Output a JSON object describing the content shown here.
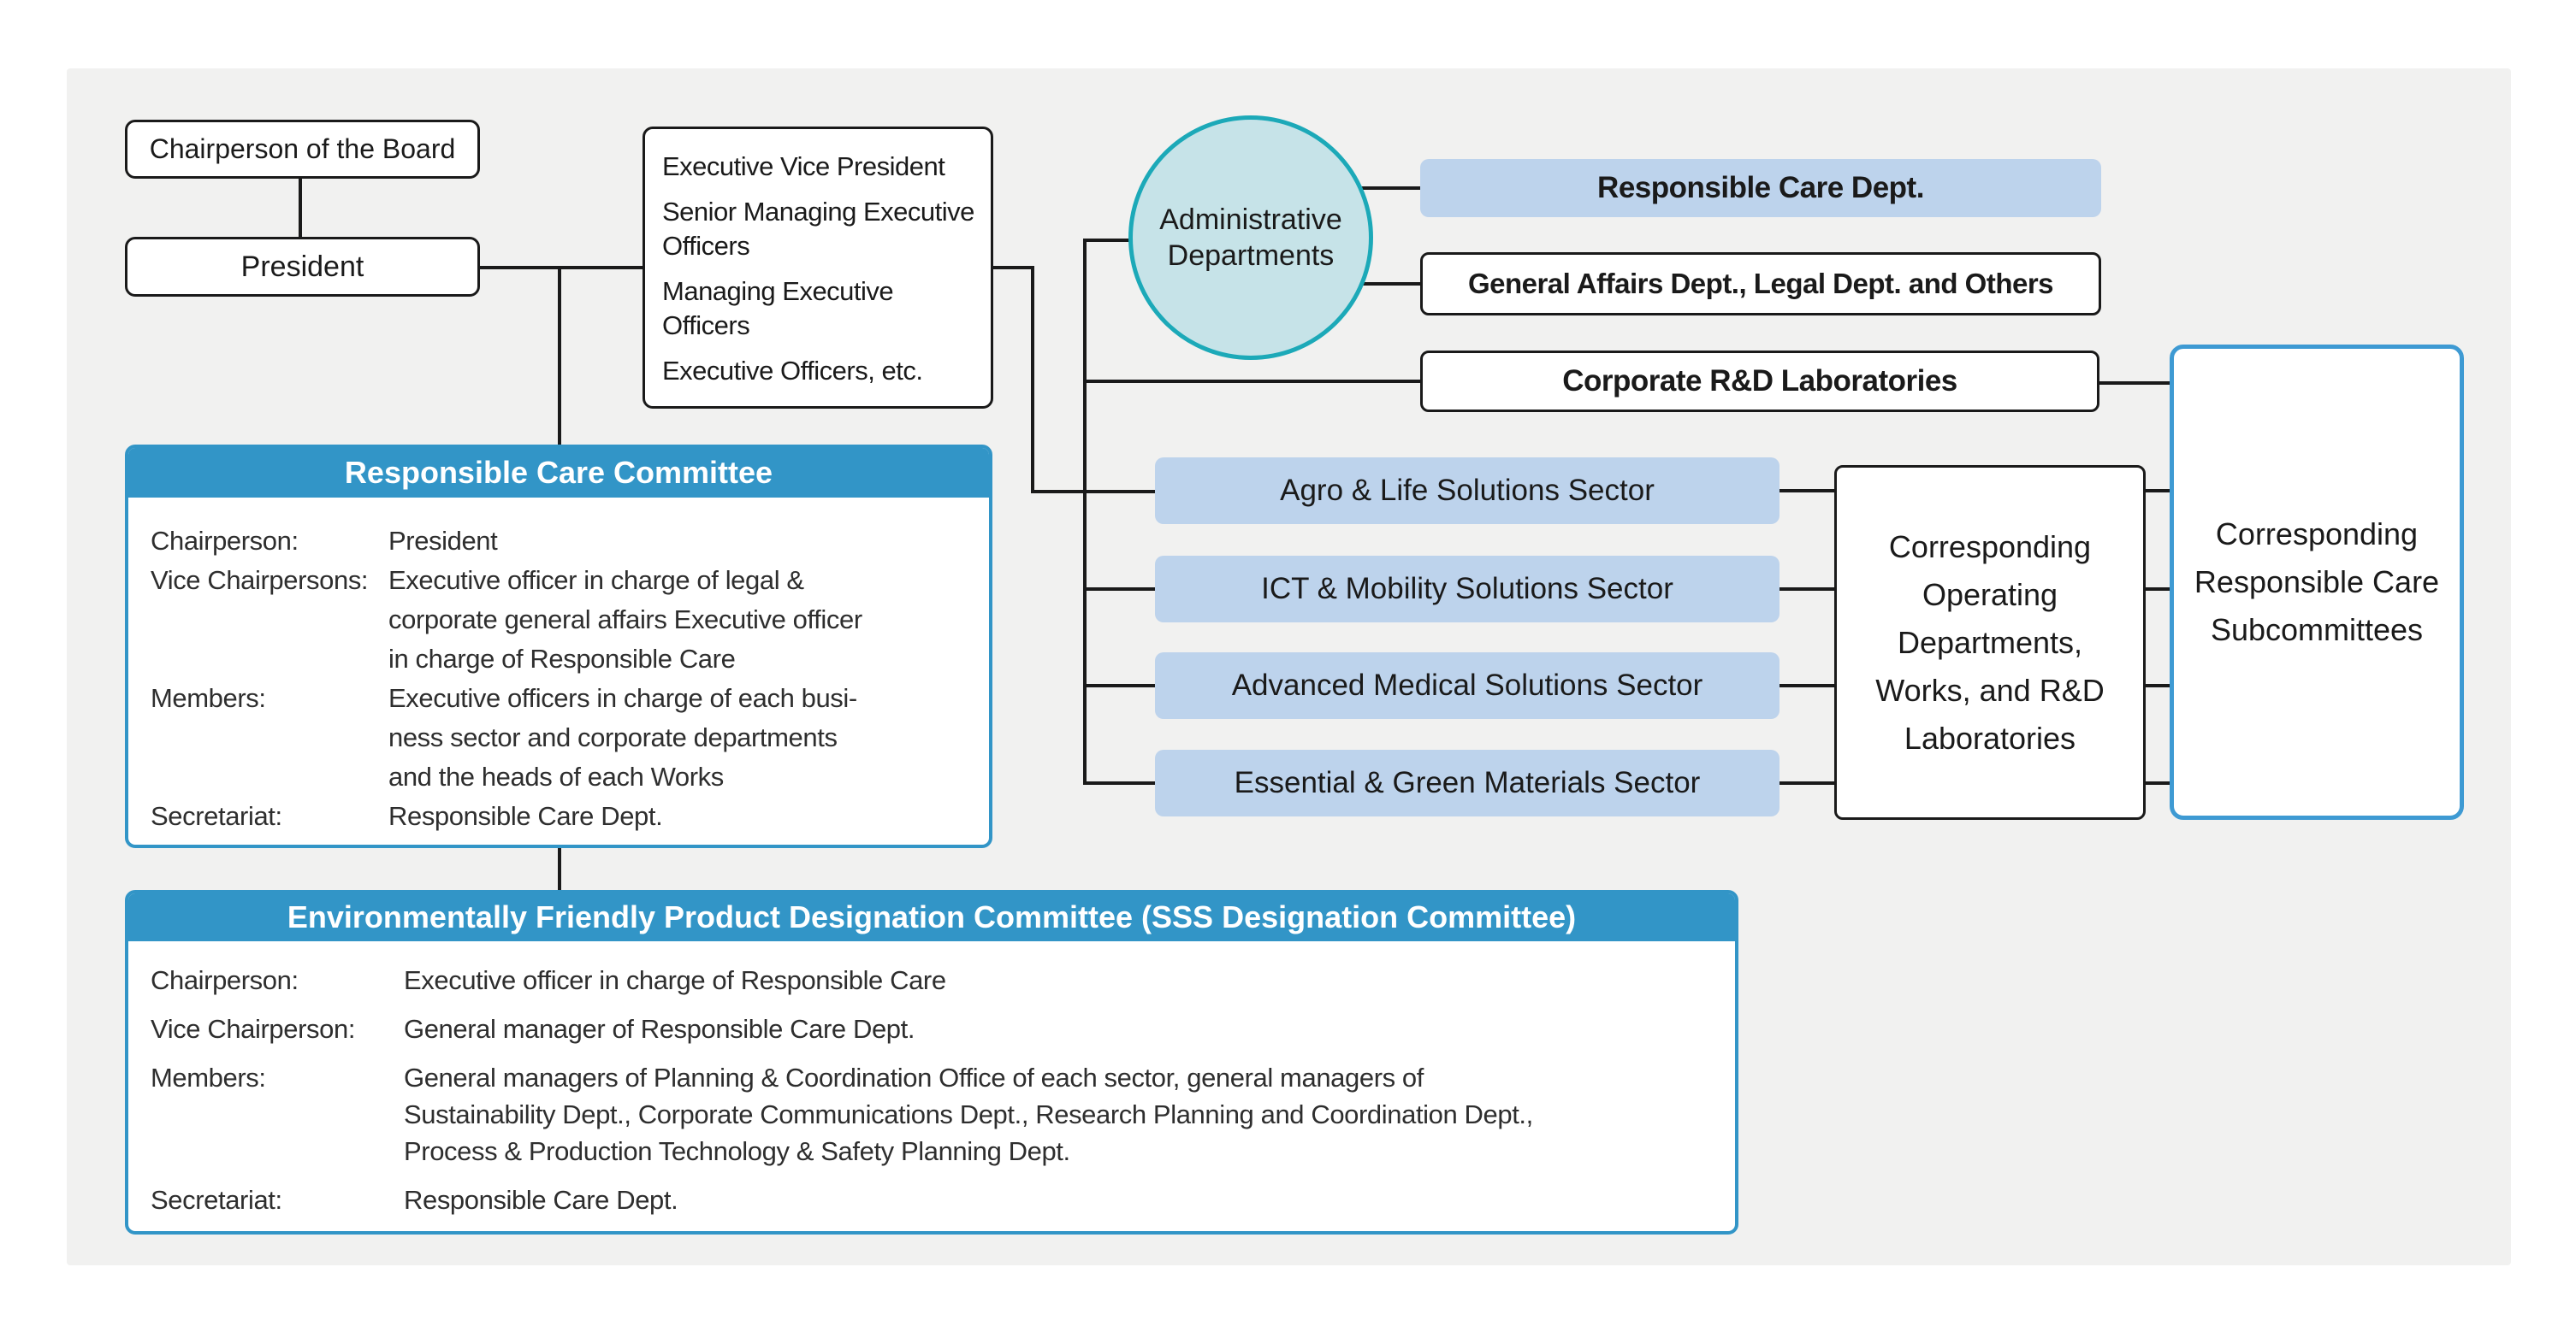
{
  "colors": {
    "panel_bg": "#f1f1f0",
    "line_black": "#1a1a1a",
    "committee_blue": "#3295c7",
    "light_blue_fill": "#bdd3ec",
    "circle_fill": "#c6e3e8",
    "circle_border": "#1ca9b8",
    "subcommittee_border": "#3e9ad3"
  },
  "boxes": {
    "chairperson": "Chairperson of the Board",
    "president": "President",
    "executives": {
      "items": [
        "Executive Vice President",
        "Senior Managing Executive Officers",
        "Managing Executive Officers",
        "Executive Officers, etc."
      ]
    },
    "admin_circle": "Administrative Departments",
    "rc_dept": "Responsible Care Dept.",
    "general_affairs": "General Affairs Dept., Legal Dept. and Others",
    "corporate_rd": "Corporate R&D Laboratories",
    "sectors": [
      "Agro & Life Solutions Sector",
      "ICT & Mobility Solutions Sector",
      "Advanced Medical Solutions Sector",
      "Essential & Green Materials Sector"
    ],
    "corresponding_operating": "Corresponding Operating Departments, Works, and R&D Laboratories",
    "corresponding_subcommittees": "Corresponding Responsible Care Subcommittees"
  },
  "rc_committee": {
    "title": "Responsible Care Committee",
    "rows": [
      {
        "label": "Chairperson:",
        "lines": [
          "President"
        ]
      },
      {
        "label": "Vice Chairpersons:",
        "lines": [
          "Executive officer in charge of legal &",
          "corporate general affairs Executive officer",
          "in charge of Responsible Care"
        ]
      },
      {
        "label": "Members:",
        "lines": [
          "Executive officers in charge of each busi-",
          "ness sector and corporate departments",
          "and the heads of each Works"
        ]
      },
      {
        "label": "Secretariat:",
        "lines": [
          "Responsible Care Dept."
        ]
      }
    ]
  },
  "sss_committee": {
    "title": "Environmentally Friendly Product Designation Committee (SSS Designation Committee)",
    "rows": [
      {
        "label": "Chairperson:",
        "lines": [
          "Executive officer in charge of Responsible Care"
        ]
      },
      {
        "label": "Vice Chairperson:",
        "lines": [
          "General manager of Responsible Care Dept."
        ]
      },
      {
        "label": "Members:",
        "lines": [
          "General managers of Planning & Coordination Office of each sector, general managers of",
          "Sustainability Dept., Corporate Communications Dept., Research Planning and Coordination Dept.,",
          "Process & Production Technology & Safety Planning Dept."
        ]
      },
      {
        "label": "Secretariat:",
        "lines": [
          "Responsible Care Dept."
        ]
      }
    ]
  }
}
